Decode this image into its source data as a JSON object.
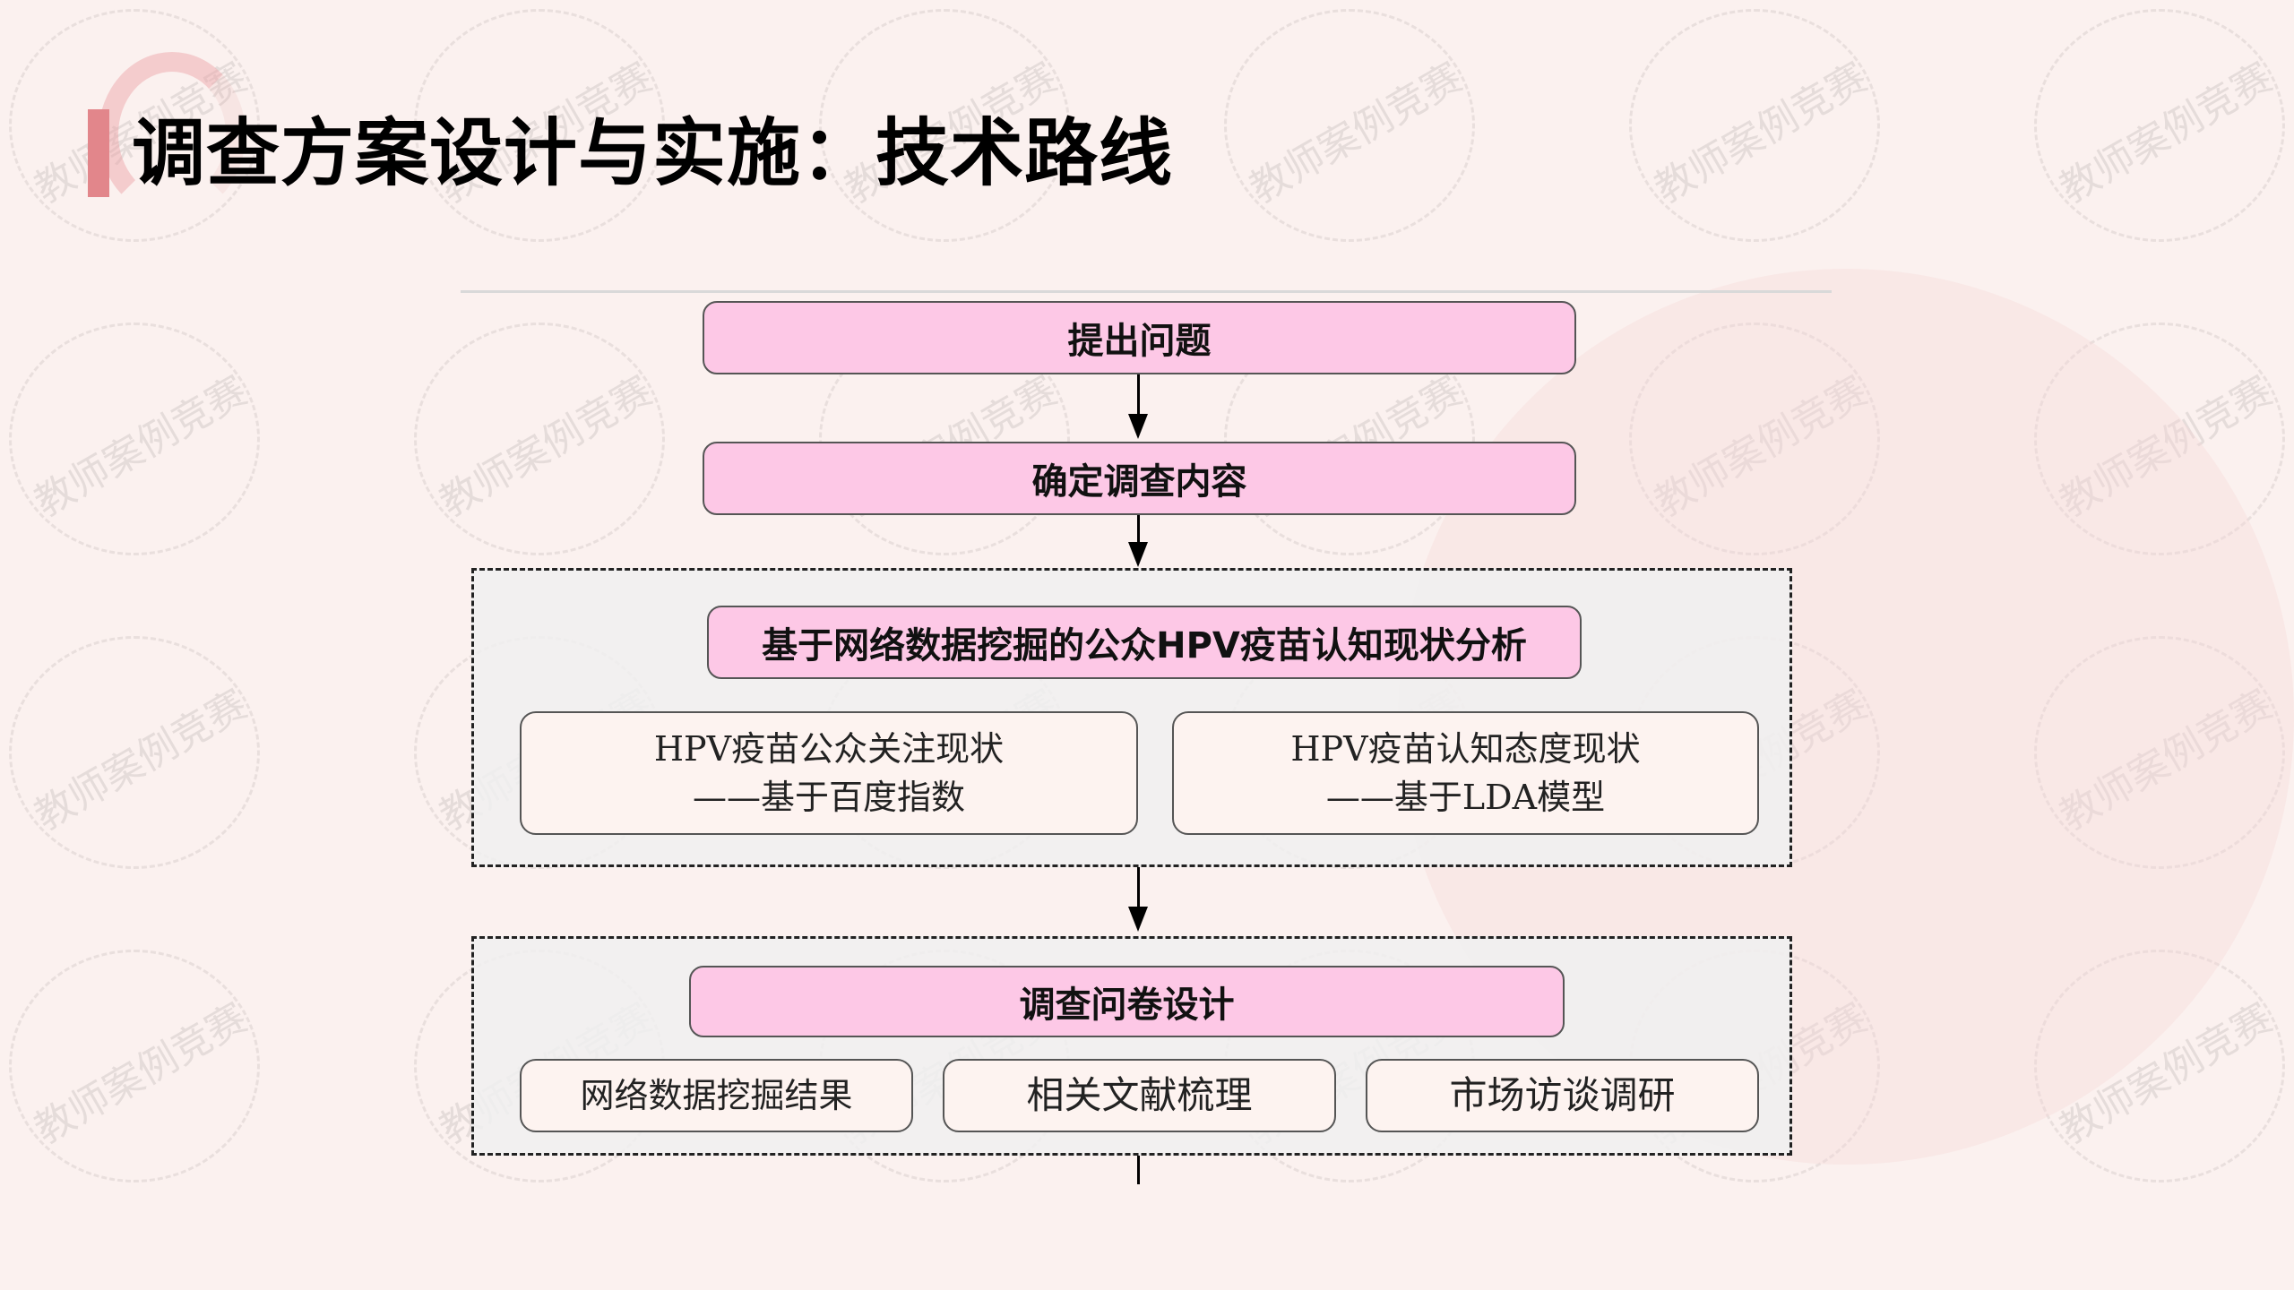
{
  "title": "调查方案设计与实施：技术路线",
  "watermark": "教师案例竞赛",
  "flow": {
    "step1": "提出问题",
    "step2": "确定调查内容",
    "section1": {
      "heading": "基于网络数据挖掘的公众HPV疫苗认知现状分析",
      "items": [
        {
          "line1": "HPV疫苗公众关注现状",
          "line2": "——基于百度指数"
        },
        {
          "line1": "HPV疫苗认知态度现状",
          "line2": "——基于LDA模型"
        }
      ]
    },
    "section2": {
      "heading": "调查问卷设计",
      "items": [
        "网络数据挖掘结果",
        "相关文献梳理",
        "市场访谈调研"
      ]
    }
  },
  "colors": {
    "accent": "#e2868b",
    "box_fill": "#fdc8e6",
    "section_fill": "#f2f2f2"
  }
}
